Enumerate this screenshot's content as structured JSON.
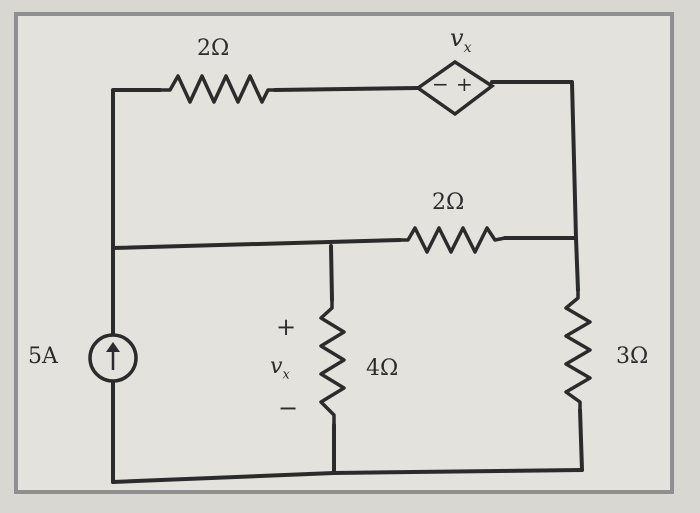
{
  "top_resistor": {
    "label": "2Ω"
  },
  "dependent_source": {
    "label": "v",
    "label_sub": "x",
    "minus_sign": "−",
    "plus_sign": "+"
  },
  "middle_resistor": {
    "label": "2Ω"
  },
  "current_source": {
    "label": "5A",
    "arrow_icon": "up-arrow-icon"
  },
  "center_resistor": {
    "label": "4Ω",
    "plus_sign": "+",
    "voltage": "v",
    "voltage_sub": "x",
    "minus_sign": "−"
  },
  "right_resistor": {
    "label": "3Ω"
  },
  "colors": {
    "paper": "#d9d7d2",
    "ink": "#2b2b2b",
    "frame": "#8f8f8f"
  }
}
